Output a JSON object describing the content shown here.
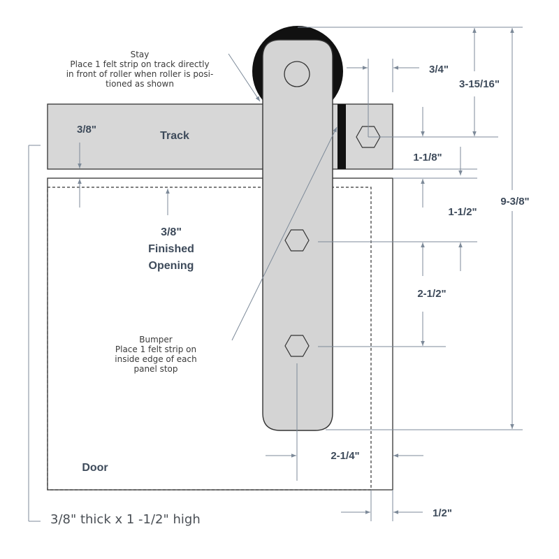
{
  "labels": {
    "track": "Track",
    "door": "Door",
    "finished_opening": [
      "3/8\"",
      "Finished",
      "Opening"
    ]
  },
  "notes": {
    "stay": [
      "Stay",
      "Place 1 felt strip on track directly",
      "in front of roller when roller is posi-",
      "tioned as shown"
    ],
    "bumper": [
      "Bumper",
      "Place 1 felt strip on",
      "inside edge of each",
      "panel stop"
    ]
  },
  "dimensions": {
    "track_gap": "3/8\"",
    "wheel_to_bolt": "3-15/16\"",
    "bolt_to_edge": "3/4\"",
    "bolt_to_track_bottom": "1-1/8\"",
    "track_to_hole": "1-1/2\"",
    "hole_spacing": "2-1/2\"",
    "overall_height": "9-3/8\"",
    "hole_to_door_edge": "2-1/4\"",
    "stop_offset": "1/2\""
  },
  "caption": "3/8\" thick x 1 -1/2\" high",
  "colors": {
    "track_fill": "#d7d7d7",
    "hanger_fill": "#d4d4d4",
    "wheel": "#111111",
    "bumper": "#111111",
    "text": "#3d4a5a",
    "dimension_line": "#7d8a99"
  }
}
